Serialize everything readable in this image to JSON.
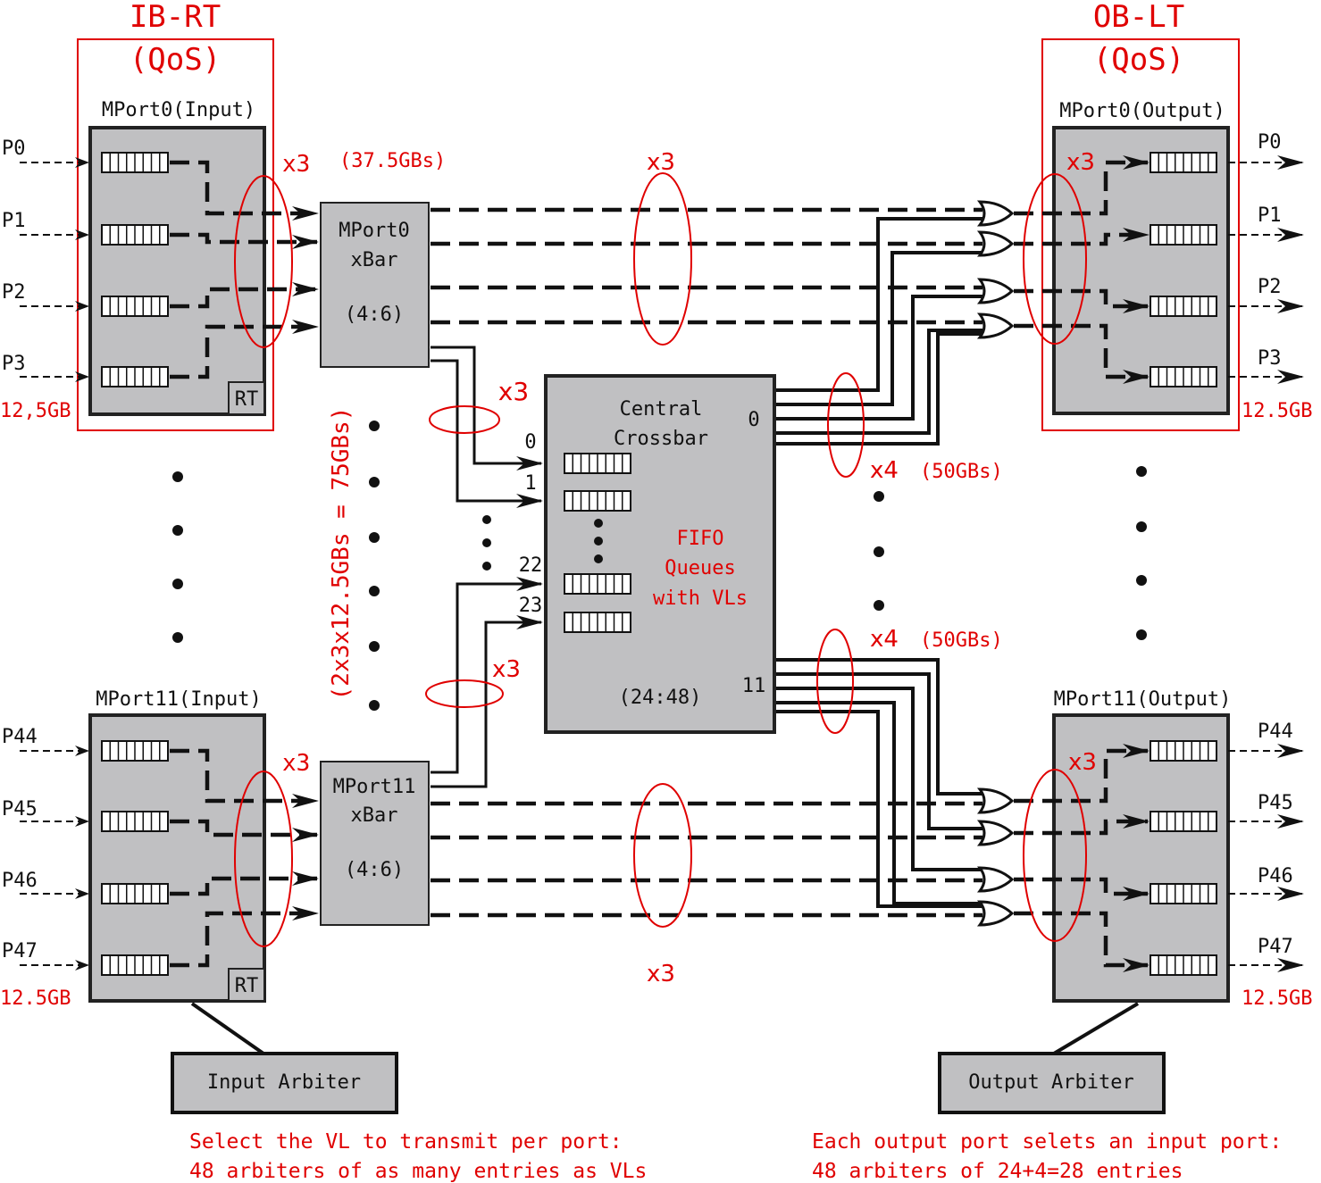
{
  "left_group": {
    "title": "IB-RT",
    "subtitle": "(QoS)"
  },
  "right_group": {
    "title": "OB-LT",
    "subtitle": "(QoS)"
  },
  "in_port_top": {
    "label": "MPort0(Input)",
    "rt": "RT",
    "rate": "12,5GB",
    "ports": [
      "P0",
      "P1",
      "P2",
      "P3"
    ]
  },
  "in_port_bot": {
    "label": "MPort11(Input)",
    "rt": "RT",
    "rate": "12.5GB",
    "ports": [
      "P44",
      "P45",
      "P46",
      "P47"
    ]
  },
  "out_port_top": {
    "label": "MPort0(Output)",
    "rate": "12.5GB",
    "ports": [
      "P0",
      "P1",
      "P2",
      "P3"
    ]
  },
  "out_port_bot": {
    "label": "MPort11(Output)",
    "rate": "12.5GB",
    "ports": [
      "P44",
      "P45",
      "P46",
      "P47"
    ]
  },
  "xbar_top": {
    "line1": "MPort0",
    "line2": "xBar",
    "ratio": "(4:6)",
    "bw": "(37.5GBs)"
  },
  "xbar_bot": {
    "line1": "MPort11",
    "line2": "xBar",
    "ratio": "(4:6)"
  },
  "central": {
    "line1": "Central",
    "line2": "Crossbar",
    "ratio": "(24:48)",
    "fifo1": "FIFO",
    "fifo2": "Queues",
    "fifo3": "with VLs",
    "in_idx": [
      "0",
      "1",
      "22",
      "23"
    ],
    "out_idx": [
      "0",
      "11"
    ]
  },
  "mult": {
    "x3": "x3",
    "x4_top": "x4",
    "x4_top_bw": "(50GBs)",
    "x4_bot": "x4",
    "x4_bot_bw": "(50GBs)"
  },
  "vertical_bw": "(2x3x12.5GBs = 75GBs)",
  "arbiters": {
    "input": "Input Arbiter",
    "output": "Output Arbiter",
    "input_note1": "Select the VL to transmit per port:",
    "input_note2": "48 arbiters of as many entries as VLs",
    "output_note1": "Each output port selets an input port:",
    "output_note2": "48 arbiters of 24+4=28 entries"
  }
}
